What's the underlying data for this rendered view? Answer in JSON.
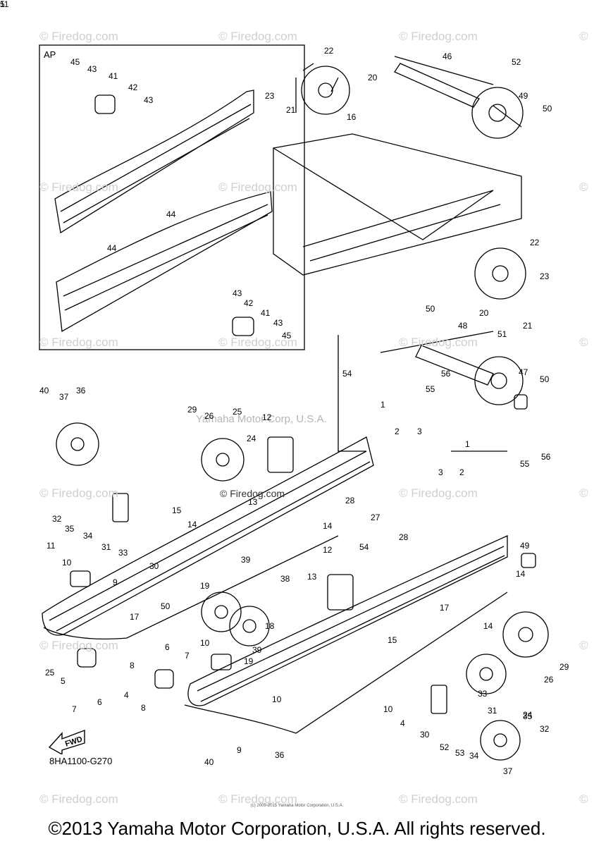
{
  "diagram": {
    "inset_label": "AP",
    "part_code": "8HA1100-G270",
    "copyright": "©2013 Yamaha Motor Corporation, U.S.A. All rights reserved.",
    "small_copyright": "(c) 2005-2015 Yamaha Motor Corporation, U.S.A.",
    "watermark": "© Firedog.com",
    "watermark_short": "©",
    "yamaha_watermark": "Yamaha Motor Corp, U.S.A.",
    "firedog_center": "© Firedog.com",
    "fwd_label": "FWD",
    "callouts": [
      "45",
      "43",
      "41",
      "42",
      "43",
      "44",
      "44",
      "43",
      "42",
      "41",
      "43",
      "45",
      "22",
      "23",
      "21",
      "20",
      "46",
      "52",
      "49",
      "50",
      "16",
      "22",
      "23",
      "20",
      "21",
      "50",
      "48",
      "51",
      "47",
      "50",
      "54",
      "56",
      "55",
      "1",
      "2",
      "3",
      "40",
      "37",
      "36",
      "29",
      "26",
      "25",
      "12",
      "24",
      "13",
      "1",
      "3",
      "2",
      "55",
      "56",
      "15",
      "14",
      "32",
      "35",
      "34",
      "31",
      "33",
      "30",
      "28",
      "27",
      "14",
      "54",
      "49",
      "11",
      "10",
      "9",
      "39",
      "19",
      "38",
      "12",
      "28",
      "13",
      "14",
      "50",
      "17",
      "10",
      "18",
      "39",
      "19",
      "17",
      "15",
      "14",
      "25",
      "5",
      "7",
      "6",
      "8",
      "4",
      "8",
      "6",
      "7",
      "10",
      "9",
      "10",
      "4",
      "30",
      "33",
      "31",
      "24",
      "26",
      "29",
      "52",
      "53",
      "34",
      "35",
      "32",
      "37",
      "40",
      "36",
      "5",
      "11"
    ]
  }
}
